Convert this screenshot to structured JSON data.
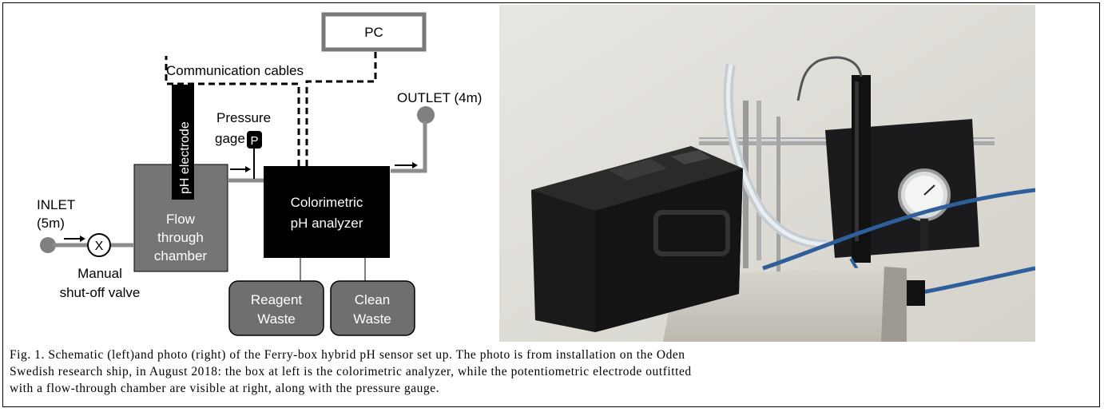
{
  "schematic": {
    "pc": "PC",
    "communication_cables": "Communication cables",
    "ph_electrode": "pH electrode",
    "outlet": "OUTLET (4m)",
    "pressure_line1": "Pressure",
    "pressure_line2": "gage",
    "pressure_symbol": "P",
    "inlet_line1": "INLET",
    "inlet_line2": "(5m)",
    "valve_symbol": "X",
    "flow_line1": "Flow",
    "flow_line2": "through",
    "flow_line3": "chamber",
    "analyzer_line1": "Colorimetric",
    "analyzer_line2": "pH analyzer",
    "valve_line1": "Manual",
    "valve_line2": "shut-off valve",
    "reagent_line1": "Reagent",
    "reagent_line2": "Waste",
    "clean_line1": "Clean",
    "clean_line2": "Waste"
  },
  "caption": {
    "line1": "Fig. 1. Schematic (left)and photo (right) of the Ferry-box hybrid pH sensor set up. The photo is from installation on the Oden",
    "line2": "Swedish research ship, in August 2018: the box at left is the colorimetric analyzer, while the potentiometric electrode outfitted",
    "line3": "with a flow-through chamber are visible at right, along with the pressure gauge."
  },
  "colors": {
    "box_gray": "#757575",
    "black": "#000000",
    "pipe_gray": "#8c8c8c"
  }
}
